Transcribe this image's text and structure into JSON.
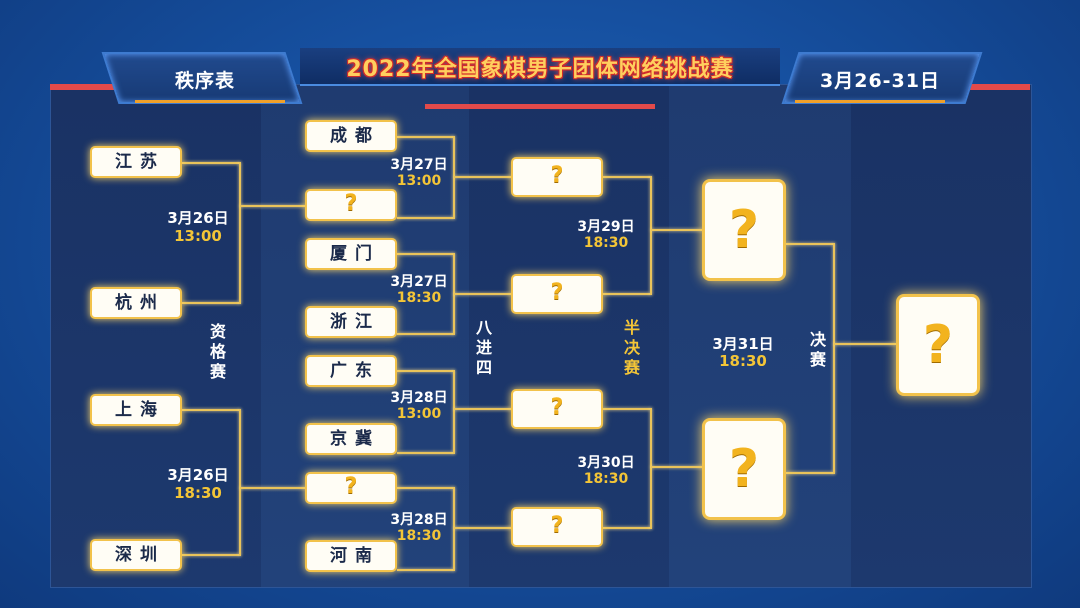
{
  "header": {
    "title": "2022年全国象棋男子团体网络挑战赛",
    "left_tab": "秩序表",
    "right_tab": "3月26-31日"
  },
  "placeholder": "?",
  "round_labels": {
    "qualifier": "资格赛",
    "quarterfinal": "八进四",
    "semifinal": "半决赛",
    "final": "决赛"
  },
  "round1": {
    "teams": [
      "江苏",
      "杭州",
      "上海",
      "深圳"
    ],
    "matches": [
      {
        "date": "3月26日",
        "time": "13:00"
      },
      {
        "date": "3月26日",
        "time": "18:30"
      }
    ]
  },
  "round2": {
    "teams": [
      "成都",
      "?",
      "厦门",
      "浙江",
      "广东",
      "京冀",
      "?",
      "河南"
    ],
    "matches": [
      {
        "date": "3月27日",
        "time": "13:00"
      },
      {
        "date": "3月27日",
        "time": "18:30"
      },
      {
        "date": "3月28日",
        "time": "13:00"
      },
      {
        "date": "3月28日",
        "time": "18:30"
      }
    ]
  },
  "round3": {
    "matches": [
      {
        "date": "3月29日",
        "time": "18:30"
      },
      {
        "date": "3月30日",
        "time": "18:30"
      }
    ]
  },
  "final": {
    "date": "3月31日",
    "time": "18:30"
  },
  "colors": {
    "accent": "#f2c24b",
    "time": "#f3c537",
    "red": "#e24a4a",
    "background": "#1650a0"
  }
}
